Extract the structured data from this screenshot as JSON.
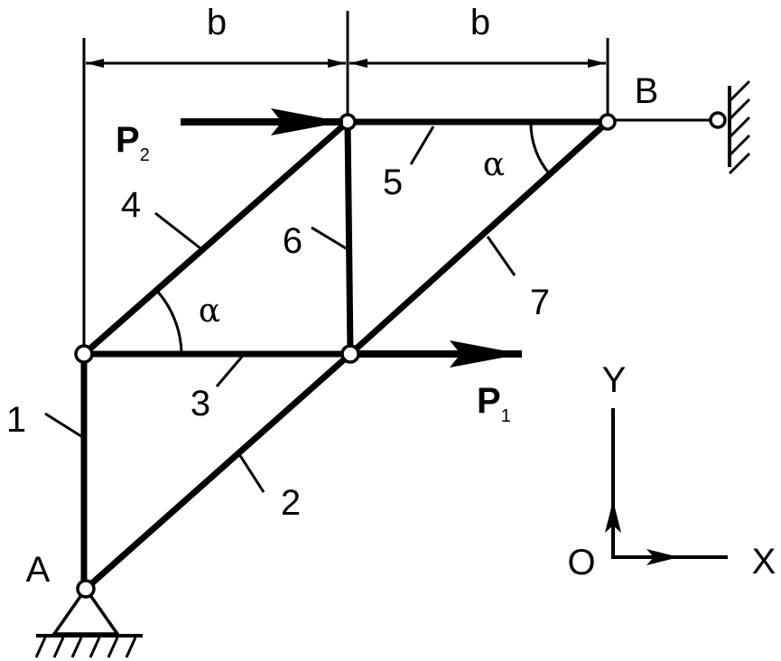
{
  "dimensions": {
    "left": "b",
    "right": "b"
  },
  "nodes": {
    "a": "A",
    "b": "B"
  },
  "members": [
    "1",
    "2",
    "3",
    "4",
    "5",
    "6",
    "7"
  ],
  "angles": {
    "lower": "α",
    "upper": "α"
  },
  "forces": {
    "p1": {
      "main": "P",
      "sub": "1"
    },
    "p2": {
      "main": "P",
      "sub": "2"
    }
  },
  "axes": {
    "y": "Y",
    "x": "X",
    "origin": "O"
  },
  "colors": {
    "ink": "#000000",
    "background": "#ffffff"
  }
}
